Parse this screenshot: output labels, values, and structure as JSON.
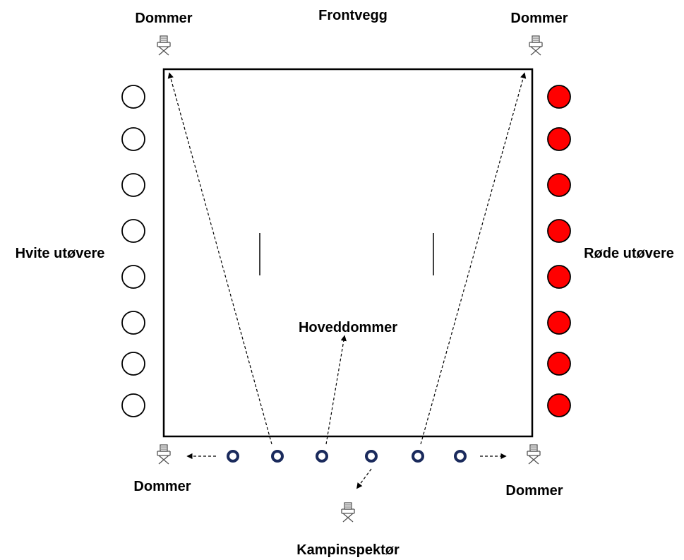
{
  "labels": {
    "front_wall": "Frontvegg",
    "judge_top_left": "Dommer",
    "judge_top_right": "Dommer",
    "judge_bottom_left": "Dommer",
    "judge_bottom_right": "Dommer",
    "white_athletes": "Hvite utøvere",
    "red_athletes": "Røde utøvere",
    "head_judge": "Hoveddommer",
    "match_inspector": "Kampinspektør"
  },
  "colors": {
    "white_athlete_fill": "#ffffff",
    "red_athlete_fill": "#ff0000",
    "athlete_stroke": "#000000",
    "ring_fill": "#1a2a5c",
    "ring_hole": "#ffffff"
  },
  "counts": {
    "white_athletes": 8,
    "red_athletes": 8,
    "bottom_rings": 6
  },
  "icons": {
    "judge_chair": "director-chair-icon"
  }
}
